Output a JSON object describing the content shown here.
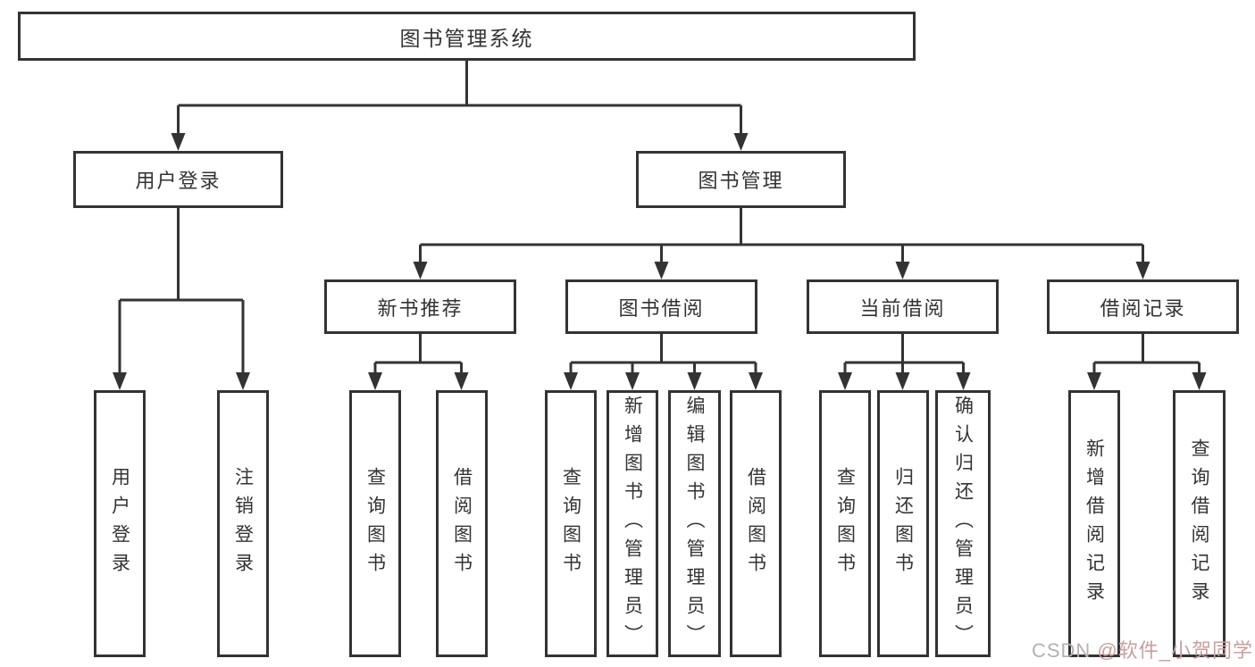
{
  "tree": {
    "root": {
      "label": "图书管理系统"
    },
    "user_login": {
      "label": "用户登录",
      "children": [
        {
          "label": "用户登录"
        },
        {
          "label": "注销登录"
        }
      ]
    },
    "book_mgmt": {
      "label": "图书管理",
      "children": [
        {
          "label": "新书推荐",
          "children": [
            {
              "label": "查询图书"
            },
            {
              "label": "借阅图书"
            }
          ]
        },
        {
          "label": "图书借阅",
          "children": [
            {
              "label": "查询图书"
            },
            {
              "label": "新增图书（管理员）"
            },
            {
              "label": "编辑图书（管理员）"
            },
            {
              "label": "借阅图书"
            }
          ]
        },
        {
          "label": "当前借阅",
          "children": [
            {
              "label": "查询图书"
            },
            {
              "label": "归还图书"
            },
            {
              "label": "确认归还（管理员）"
            }
          ]
        },
        {
          "label": "借阅记录",
          "children": [
            {
              "label": "新增借阅记录"
            },
            {
              "label": "查询借阅记录"
            }
          ]
        }
      ]
    }
  },
  "watermark": {
    "brand": "CSDN ",
    "handle": "@软件_小贺同学"
  },
  "colors": {
    "line": "#333333",
    "text": "#333333",
    "box_background": "#ffffff",
    "watermark_brand": "#b5b0b0",
    "watermark_handle": "#c99e9e"
  }
}
